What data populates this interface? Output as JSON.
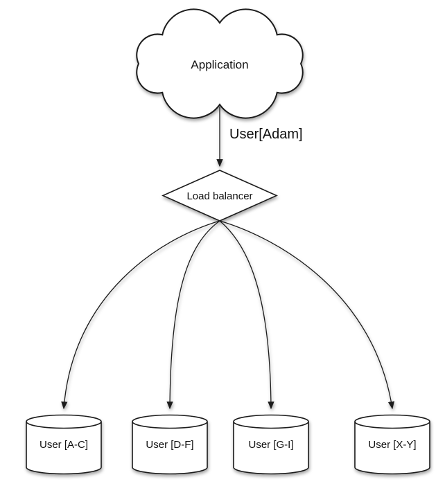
{
  "diagram": {
    "background_color": "#ffffff",
    "stroke_color": "#1a1a1a",
    "shape_fill_color": "#ffffff",
    "cloud": {
      "label": "Application"
    },
    "flow_arrow": {
      "label": "User[Adam]"
    },
    "balancer": {
      "label": "Load balancer"
    },
    "shards": [
      {
        "label": "User [A-C]"
      },
      {
        "label": "User [D-F]"
      },
      {
        "label": "User [G-I]"
      },
      {
        "label": "User [X-Y]"
      }
    ]
  }
}
